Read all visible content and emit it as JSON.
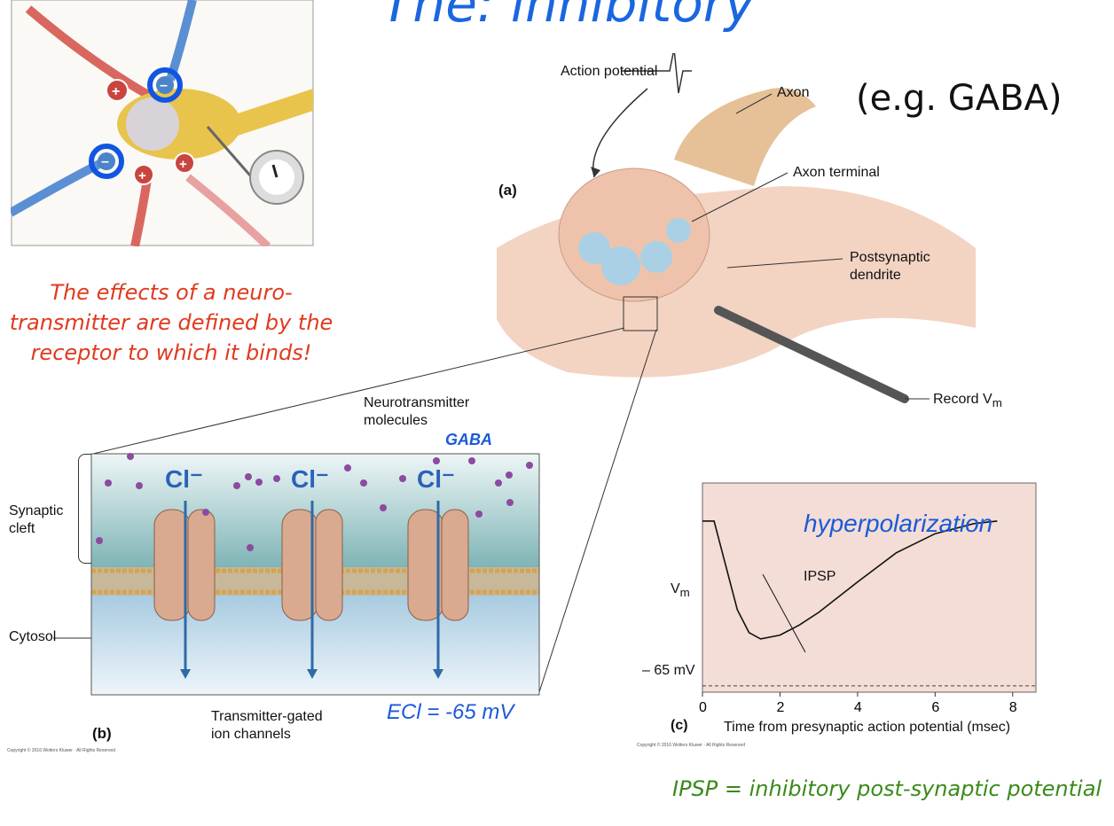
{
  "title": "The: inhibitory",
  "example": "(e.g. GABA)",
  "effects_text": "The effects of a neuro-transmitter are defined by the receptor to which it binds!",
  "labels": {
    "action_potential": "Action potential",
    "axon": "Axon",
    "axon_terminal": "Axon terminal",
    "panel_a": "(a)",
    "postsynaptic": "Postsynaptic",
    "dendrite": "dendrite",
    "record_vm": "Record V",
    "record_vm_sub": "m",
    "neurotransmitter": "Neurotransmitter",
    "molecules": "molecules",
    "gaba": "GABA",
    "cl_ion": "Cl⁻",
    "synaptic": "Synaptic",
    "cleft": "cleft",
    "cytosol": "Cytosol",
    "transmitter_gated": "Transmitter-gated",
    "ion_channels": "ion channels",
    "panel_b": "(b)",
    "ecl": "ECl = -65 mV",
    "panel_c": "(c)",
    "copyright_b": "Copyright © 2016 Wolters Kluwer · All Rights Reserved",
    "copyright_c": "Copyright © 2016 Wolters Kluwer · All Rights Reserved"
  },
  "chart_data": {
    "type": "line",
    "annotation": "hyperpolarization",
    "curve_label": "IPSP",
    "ylabel_top": "V",
    "ylabel_top_sub": "m",
    "ylabel_bottom": "– 65 mV",
    "xlabel": "Time from presynaptic action potential (msec)",
    "x_ticks": [
      "0",
      "2",
      "4",
      "6",
      "8"
    ],
    "xlim": [
      0,
      8.6
    ],
    "series": [
      {
        "x": [
          0,
          0.3,
          0.6,
          0.9,
          1.2,
          1.5,
          2,
          2.5,
          3,
          4,
          5,
          6,
          7,
          7.6
        ],
        "y": [
          0,
          0,
          -0.35,
          -0.7,
          -0.88,
          -0.93,
          -0.9,
          -0.82,
          -0.72,
          -0.48,
          -0.25,
          -0.1,
          -0.02,
          0
        ]
      }
    ],
    "ylim": [
      -1.35,
      0.3
    ],
    "dashed_level": -1.3,
    "background": "#f3ddd6"
  },
  "colors": {
    "blue_accent": "#1a5ad8",
    "red_accent": "#e03a1e",
    "green_accent": "#3a8a1c"
  }
}
